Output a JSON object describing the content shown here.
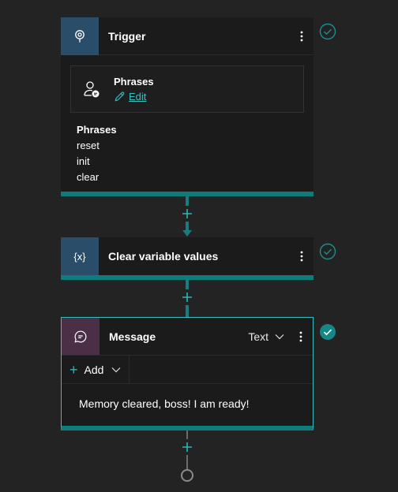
{
  "nodes": {
    "trigger": {
      "title": "Trigger",
      "icon": "trigger-pin-icon",
      "status": "completed-outline",
      "phrases_box": {
        "title": "Phrases",
        "edit_label": "Edit"
      },
      "phrases_label": "Phrases",
      "phrases": [
        "reset",
        "init",
        "clear"
      ]
    },
    "clear_vars": {
      "title": "Clear variable values",
      "icon_text": "{x}",
      "status": "completed-outline"
    },
    "message": {
      "title": "Message",
      "mode_label": "Text",
      "add_label": "Add",
      "text": "Memory cleared, boss! I am ready!",
      "status": "completed-filled"
    }
  },
  "colors": {
    "background": "#232323",
    "card": "#1b1b1b",
    "accent": "#0f7c7c",
    "accent_light": "#39c1c1",
    "trigger_icon_bg": "#2a4d69",
    "message_icon_bg": "#4b2f47"
  }
}
